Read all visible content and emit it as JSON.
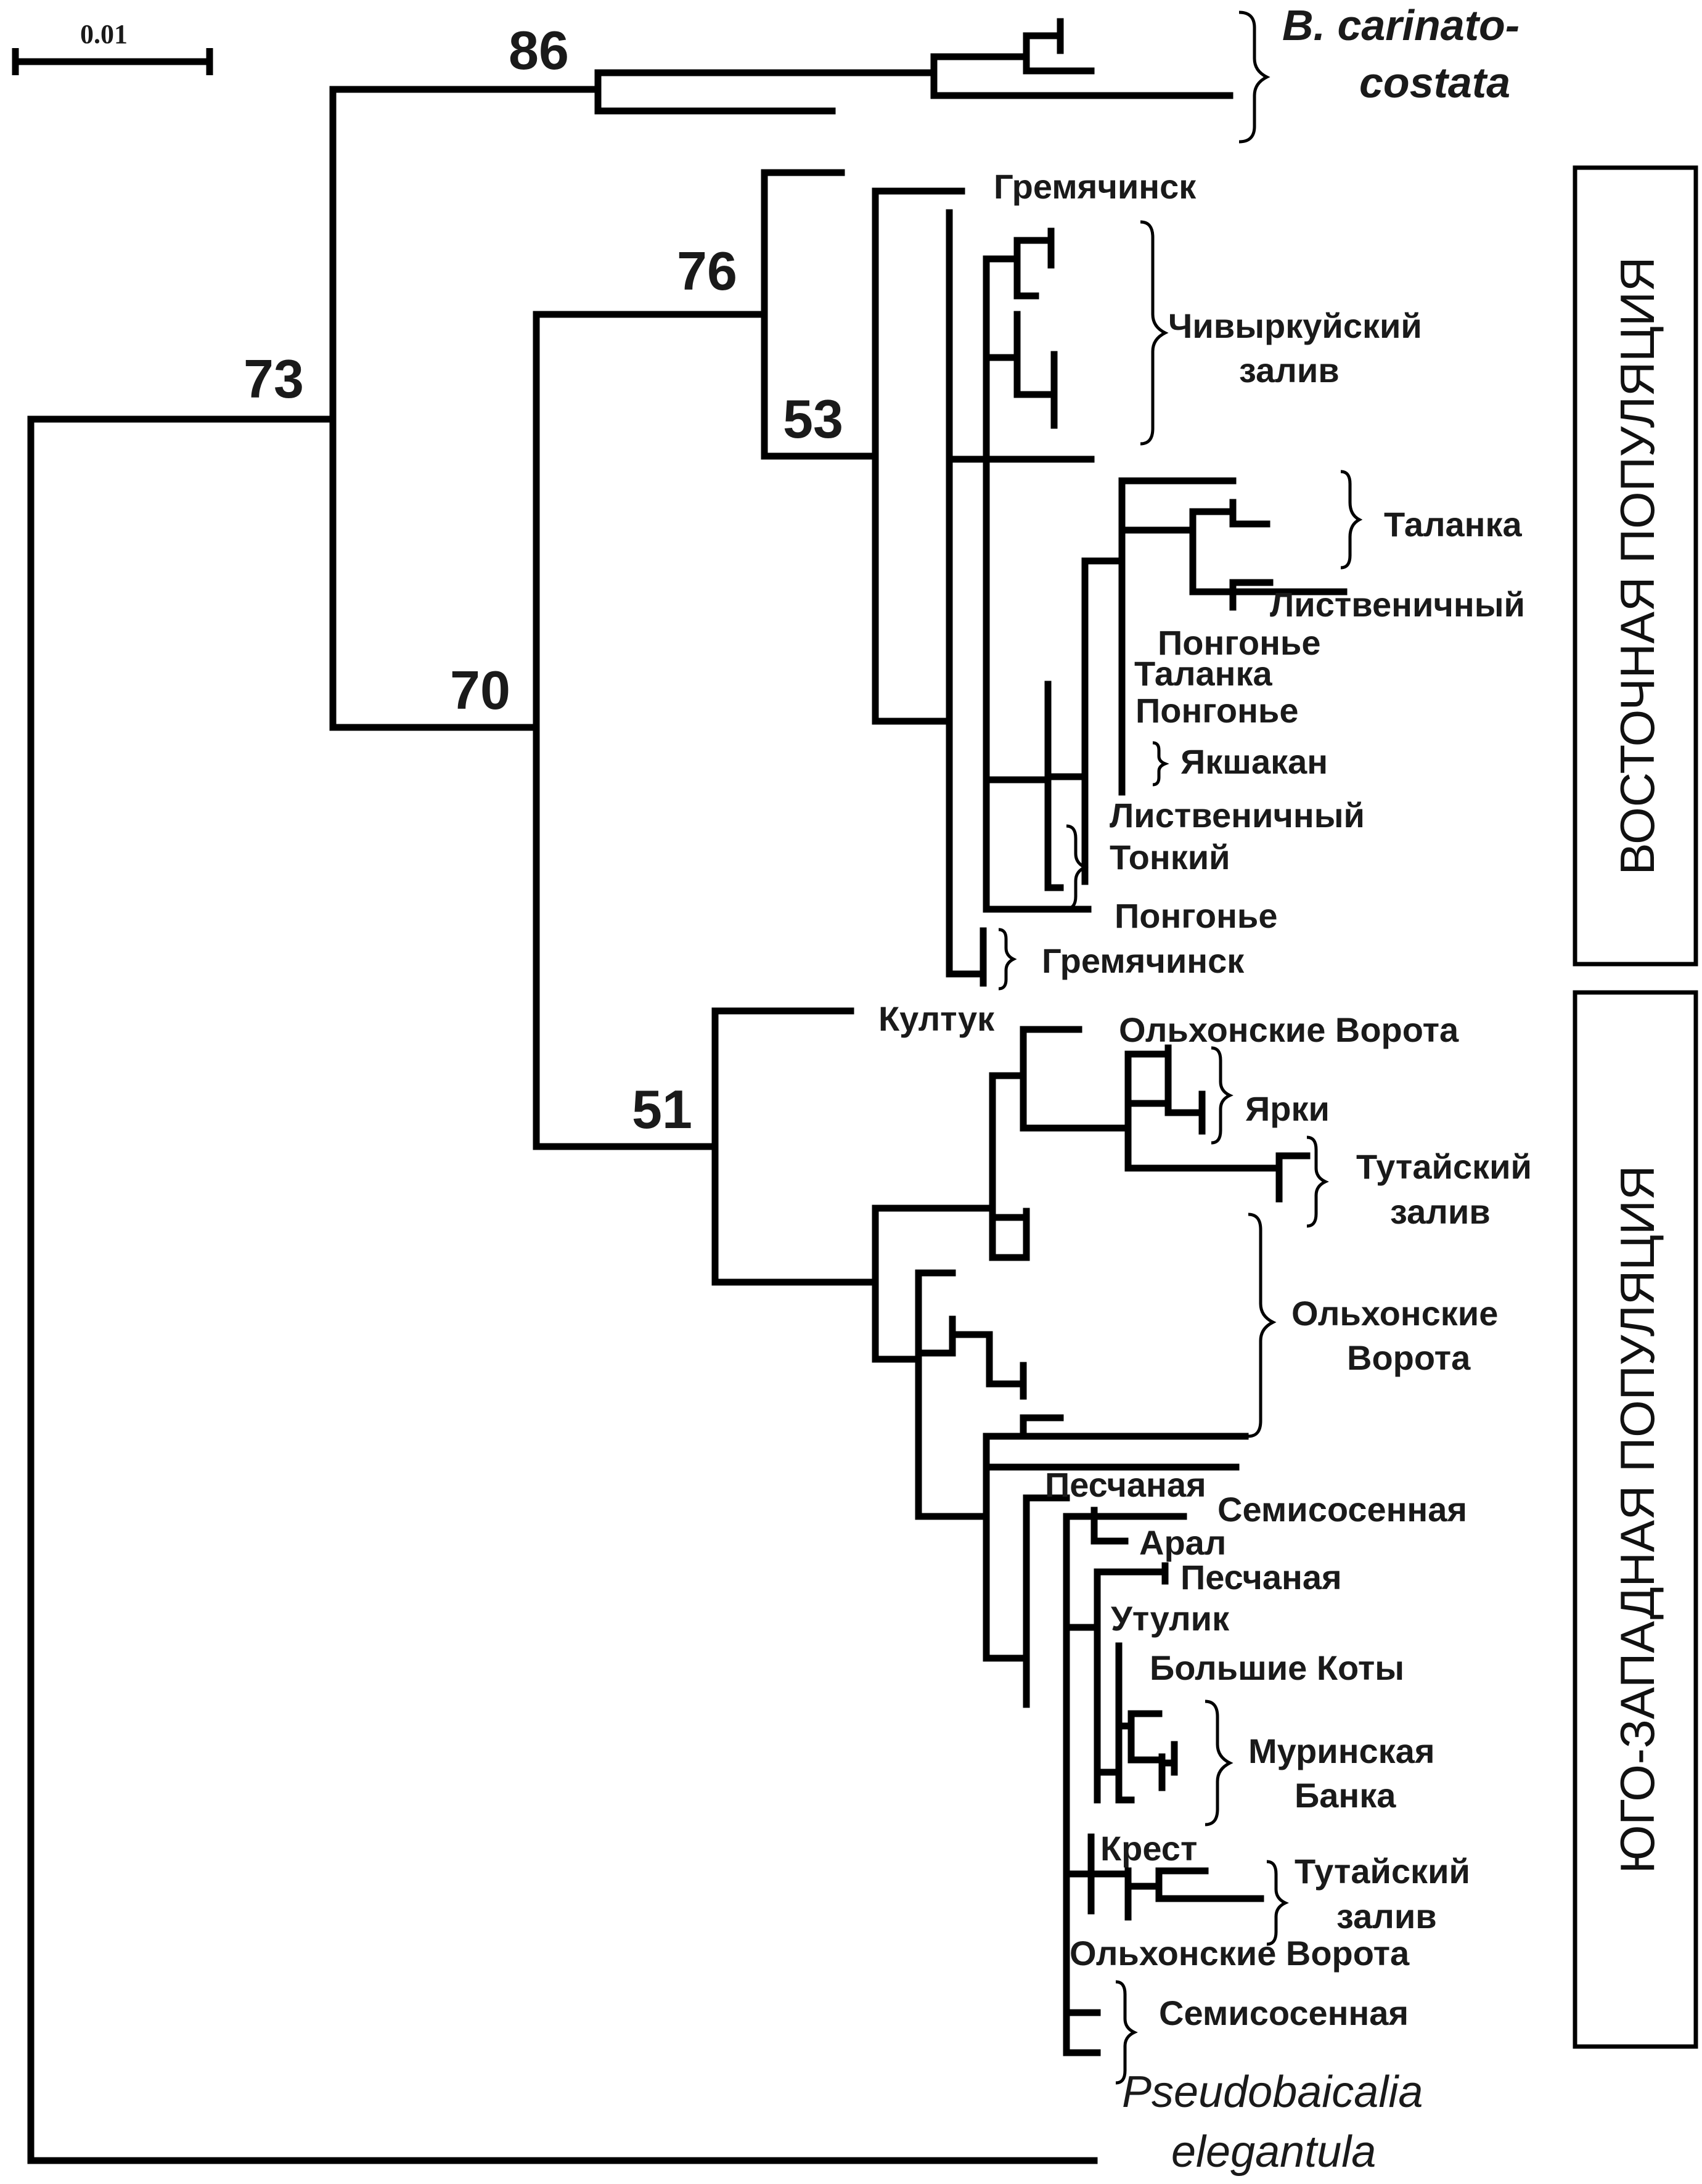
{
  "figure": {
    "scale_label": "0.01",
    "bootstrap": [
      "86",
      "73",
      "76",
      "53",
      "70",
      "51"
    ],
    "outgroups": {
      "carinato": {
        "line1": "B. carinato-",
        "line2": "costata"
      },
      "pseudo": {
        "line1": "Pseudobaicalia",
        "line2": "elegantula"
      }
    },
    "populations": {
      "east": "ВОСТОЧНАЯ ПОПУЛЯЦИЯ",
      "southwest": "ЮГО-ЗАПАДНАЯ ПОПУЛЯЦИЯ"
    },
    "leaf_labels": [
      "Гремячинск",
      "Чивыркуйский",
      "залив",
      "Таланка",
      "Лиственичный",
      "Понгонье",
      "Таланка",
      "Понгонье",
      "Якшакан",
      "Лиственичный",
      "Тонкий",
      "Понгонье",
      "Гремячинск",
      "Култук",
      "Ольхонские Ворота",
      "Ярки",
      "Тутайский",
      "залив",
      "Ольхонские",
      "Ворота",
      "Песчаная",
      "Семисосенная",
      "Арал",
      "Песчаная",
      "Утулик",
      "Большие Коты",
      "Муринская",
      "Банка",
      "Крест",
      "Тутайский",
      "залив",
      "Ольхонские Ворота",
      "Семисосенная"
    ]
  }
}
